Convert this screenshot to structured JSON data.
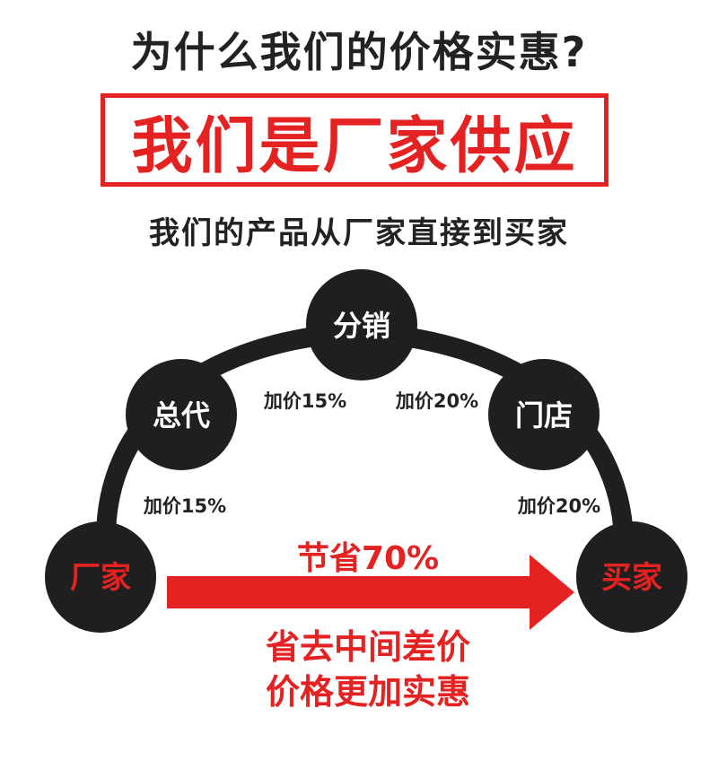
{
  "title": "为什么我们的价格实惠?",
  "banner": "我们是厂家供应",
  "subtitle": "我们的产品从厂家直接到买家",
  "nodes": {
    "factory": "厂家",
    "general_agent": "总代",
    "distribution": "分销",
    "store": "门店",
    "buyer": "买家"
  },
  "markups": {
    "factory_to_general": "加价15%",
    "general_to_distribution": "加价15%",
    "distribution_to_store": "加价20%",
    "store_to_buyer": "加价20%"
  },
  "savings": "节省70%",
  "conclusion": {
    "line1": "省去中间差价",
    "line2": "价格更加实惠"
  },
  "colors": {
    "red": "#e42222",
    "dark": "#222222",
    "node_fill": "#1f1f1f",
    "white": "#ffffff"
  }
}
